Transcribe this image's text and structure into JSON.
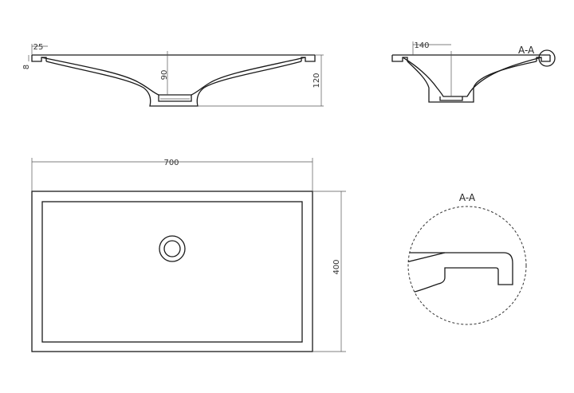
{
  "dimensions": {
    "lip_width": "25",
    "lip_height": "8",
    "drain_depth": "90",
    "side_height": "120",
    "side_offset": "140",
    "overall_length": "700",
    "overall_width": "400"
  },
  "section_labels": {
    "side_view": "A-A",
    "detail": "A-A"
  }
}
